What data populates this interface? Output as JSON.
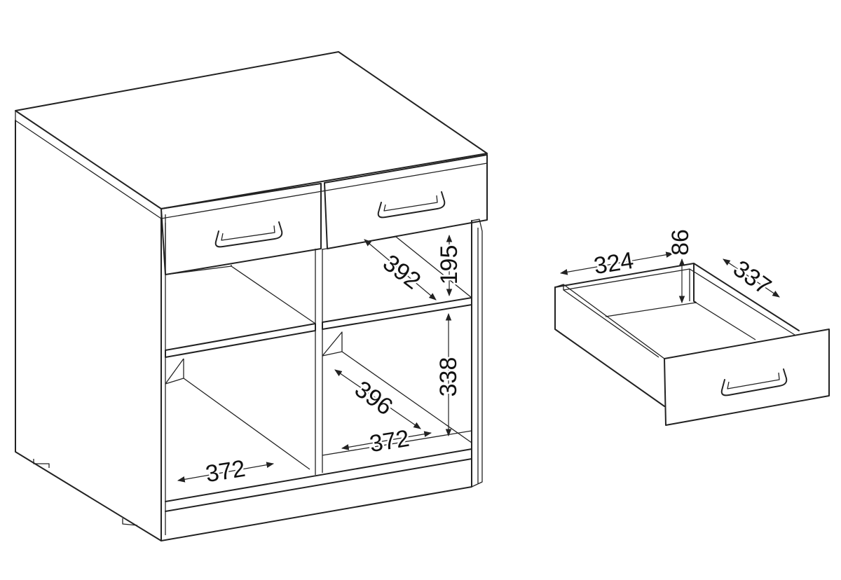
{
  "dimensions": {
    "upper_depth": "392",
    "upper_height": "195",
    "lower_height": "338",
    "lower_depth": "396",
    "inner_width_right": "372",
    "inner_width_left": "372",
    "drawer_width": "324",
    "drawer_height": "86",
    "drawer_depth": "337"
  }
}
